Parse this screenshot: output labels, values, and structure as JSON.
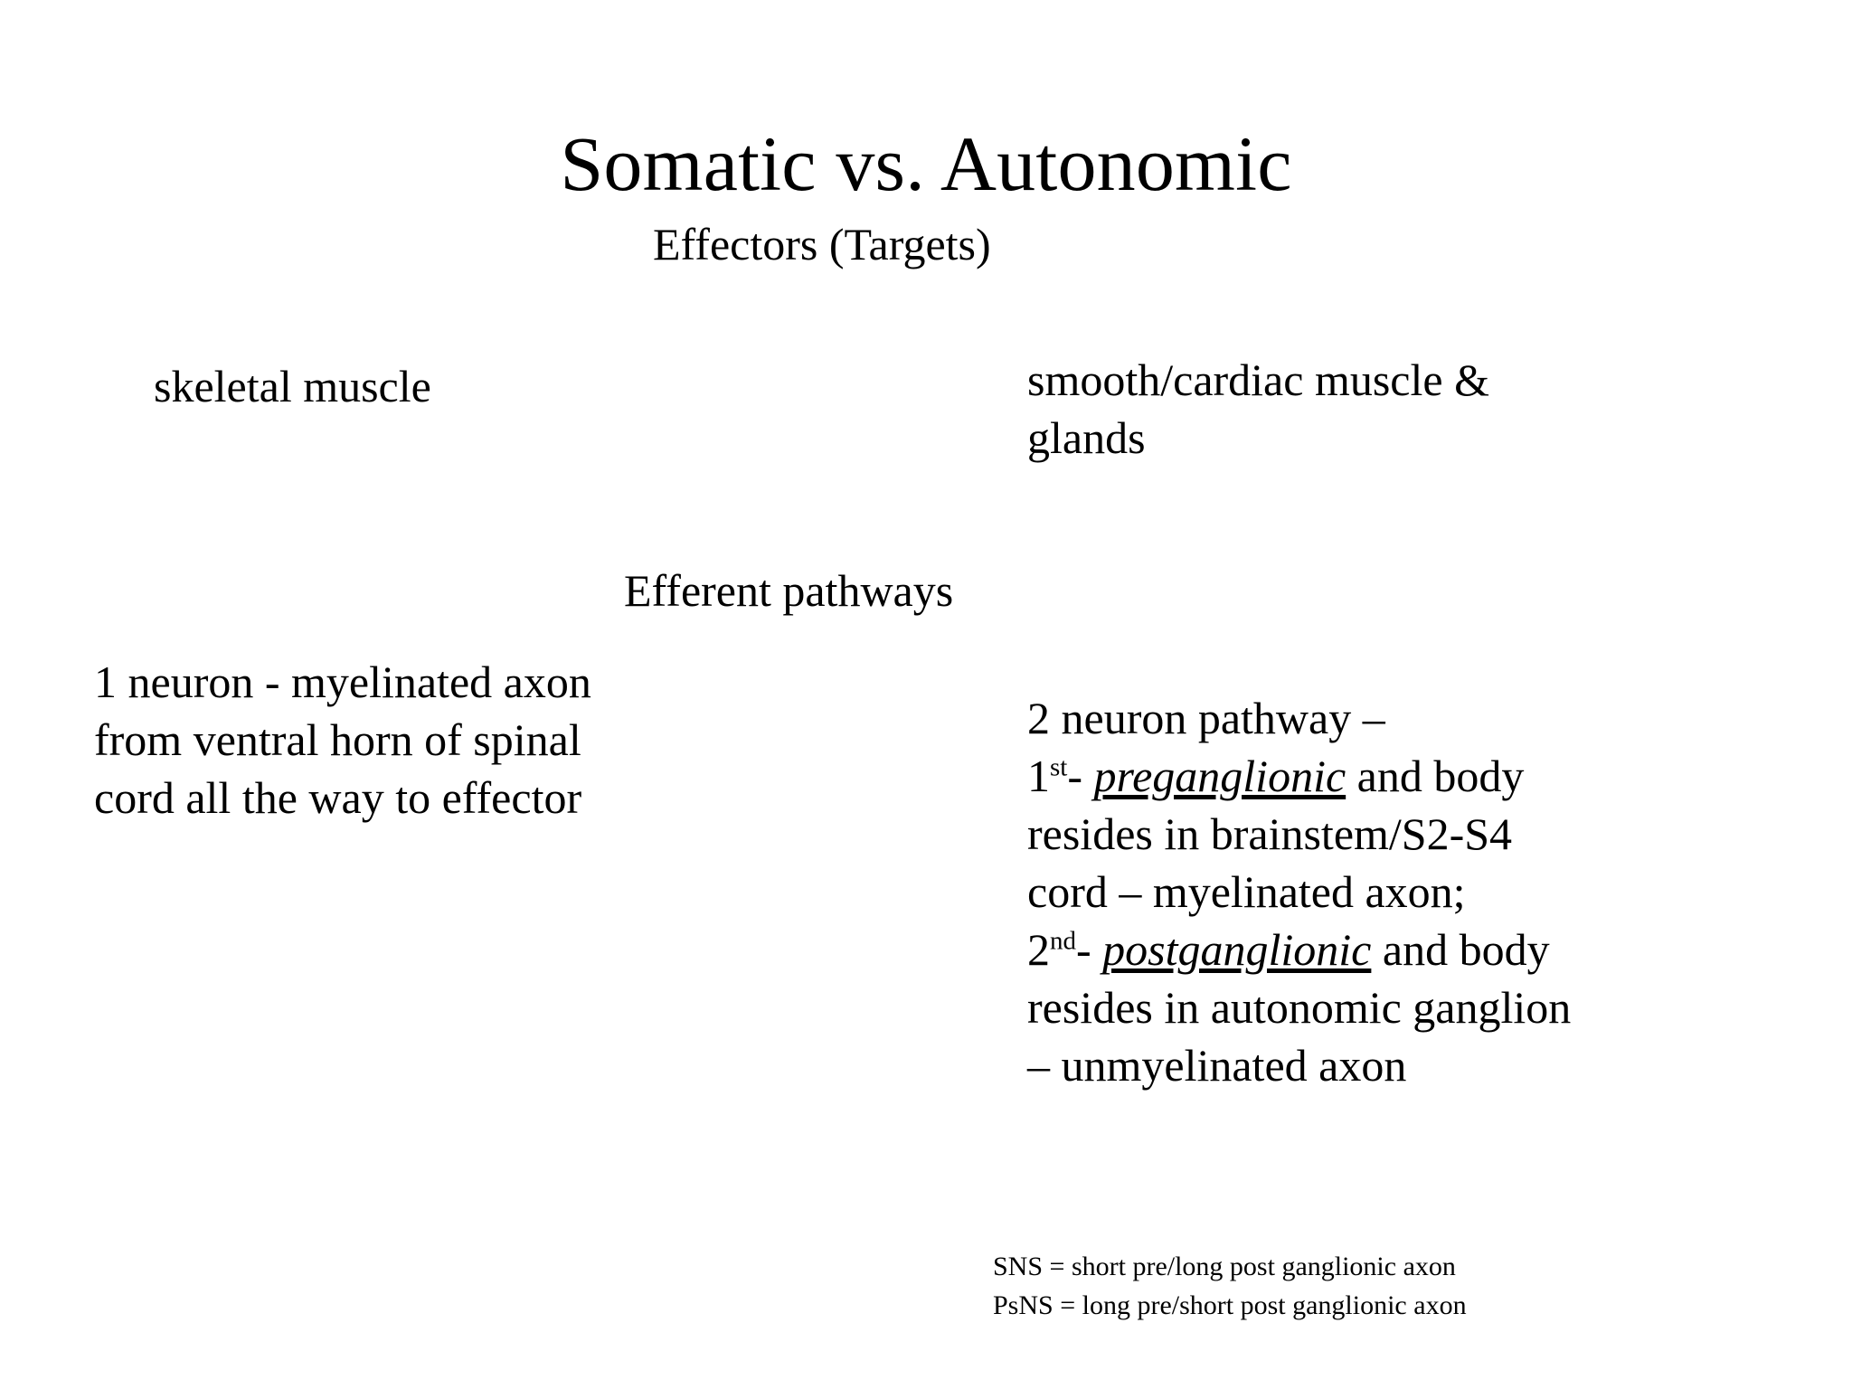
{
  "slide": {
    "title": "Somatic vs. Autonomic",
    "background_color": "#FFFFFF",
    "text_color": "#000000"
  },
  "headings": {
    "effectors": "Effectors (Targets)",
    "efferent": "Efferent pathways"
  },
  "effectors": {
    "somatic": {
      "lines": [
        "skeletal muscle"
      ]
    },
    "autonomic": {
      "lines": [
        "smooth/cardiac muscle &",
        "glands"
      ]
    }
  },
  "efferent_pathways": {
    "somatic": {
      "lines": [
        "1 neuron - myelinated axon",
        "from ventral horn of spinal",
        "cord all the way to effector"
      ]
    },
    "autonomic": {
      "line1": "2 neuron pathway –",
      "line2": {
        "ordinal_number": "1",
        "ordinal_suffix": "st",
        "dash": "- ",
        "term": "preganglionic",
        "tail": " and body"
      },
      "line3": "resides in brainstem/S2-S4",
      "line4": "cord – myelinated axon;",
      "line5": {
        "ordinal_number": "2",
        "ordinal_suffix": "nd",
        "dash": "- ",
        "term": "postganglionic",
        "tail": " and body"
      },
      "line6": "resides in autonomic ganglion",
      "line7": "– unmyelinated axon"
    }
  },
  "footnotes": {
    "lines": [
      "SNS = short pre/long post ganglionic axon",
      "PsNS = long pre/short post ganglionic axon"
    ]
  }
}
